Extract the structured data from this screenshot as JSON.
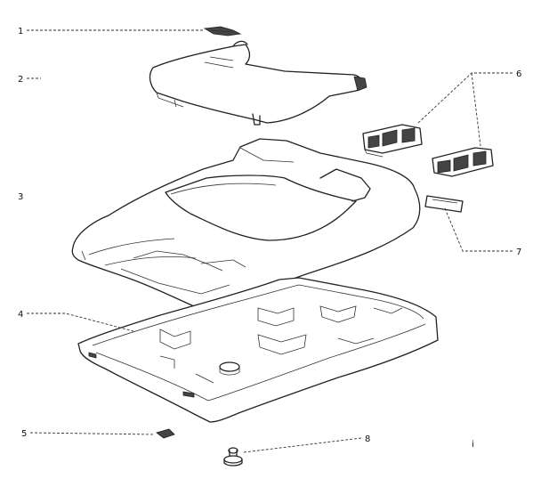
{
  "diagram": {
    "callouts": [
      {
        "id": 1,
        "label": "1"
      },
      {
        "id": 2,
        "label": "2"
      },
      {
        "id": 3,
        "label": "3"
      },
      {
        "id": 4,
        "label": "4"
      },
      {
        "id": 5,
        "label": "5"
      },
      {
        "id": 6,
        "label": "6"
      },
      {
        "id": 7,
        "label": "7"
      },
      {
        "id": 8,
        "label": "8"
      }
    ],
    "stray_mark": "i"
  }
}
